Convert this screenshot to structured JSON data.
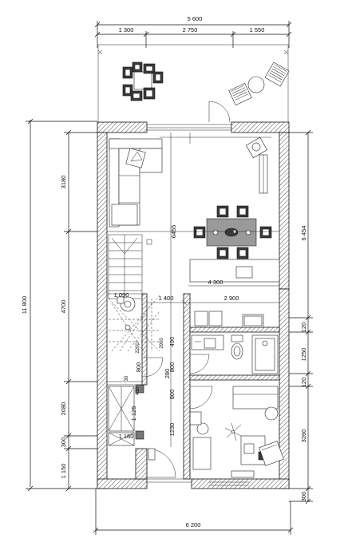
{
  "dimensions": {
    "top_total": "5 600",
    "top_seg1": "1 300",
    "top_seg2": "2 750",
    "top_seg3": "1 550",
    "left_total": "11 800",
    "left_seg1": "3180",
    "left_seg2": "4700",
    "left_seg3": "2080",
    "left_seg4": "300",
    "left_seg5": "1 150",
    "right_seg1": "6 454",
    "right_seg2": "120",
    "right_seg3": "1250",
    "right_seg4": "120",
    "right_seg5": "3260",
    "right_seg6": "300",
    "bottom_total": "6 200",
    "inner_6455": "6455",
    "inner_4300": "4 300",
    "inner_1400": "1 400",
    "inner_2900": "2 900",
    "inner_1090": "1 090",
    "inner_490": "490",
    "inner_800a": "800",
    "inner_280": "280",
    "inner_800b": "800",
    "inner_800c": "800",
    "inner_1230": "1230",
    "inner_1125": "1 125",
    "inner_1180": "1 180",
    "inner_430": "430",
    "inner_30": "30",
    "inner_2200": "2200",
    "inner_2900v": "2900"
  }
}
